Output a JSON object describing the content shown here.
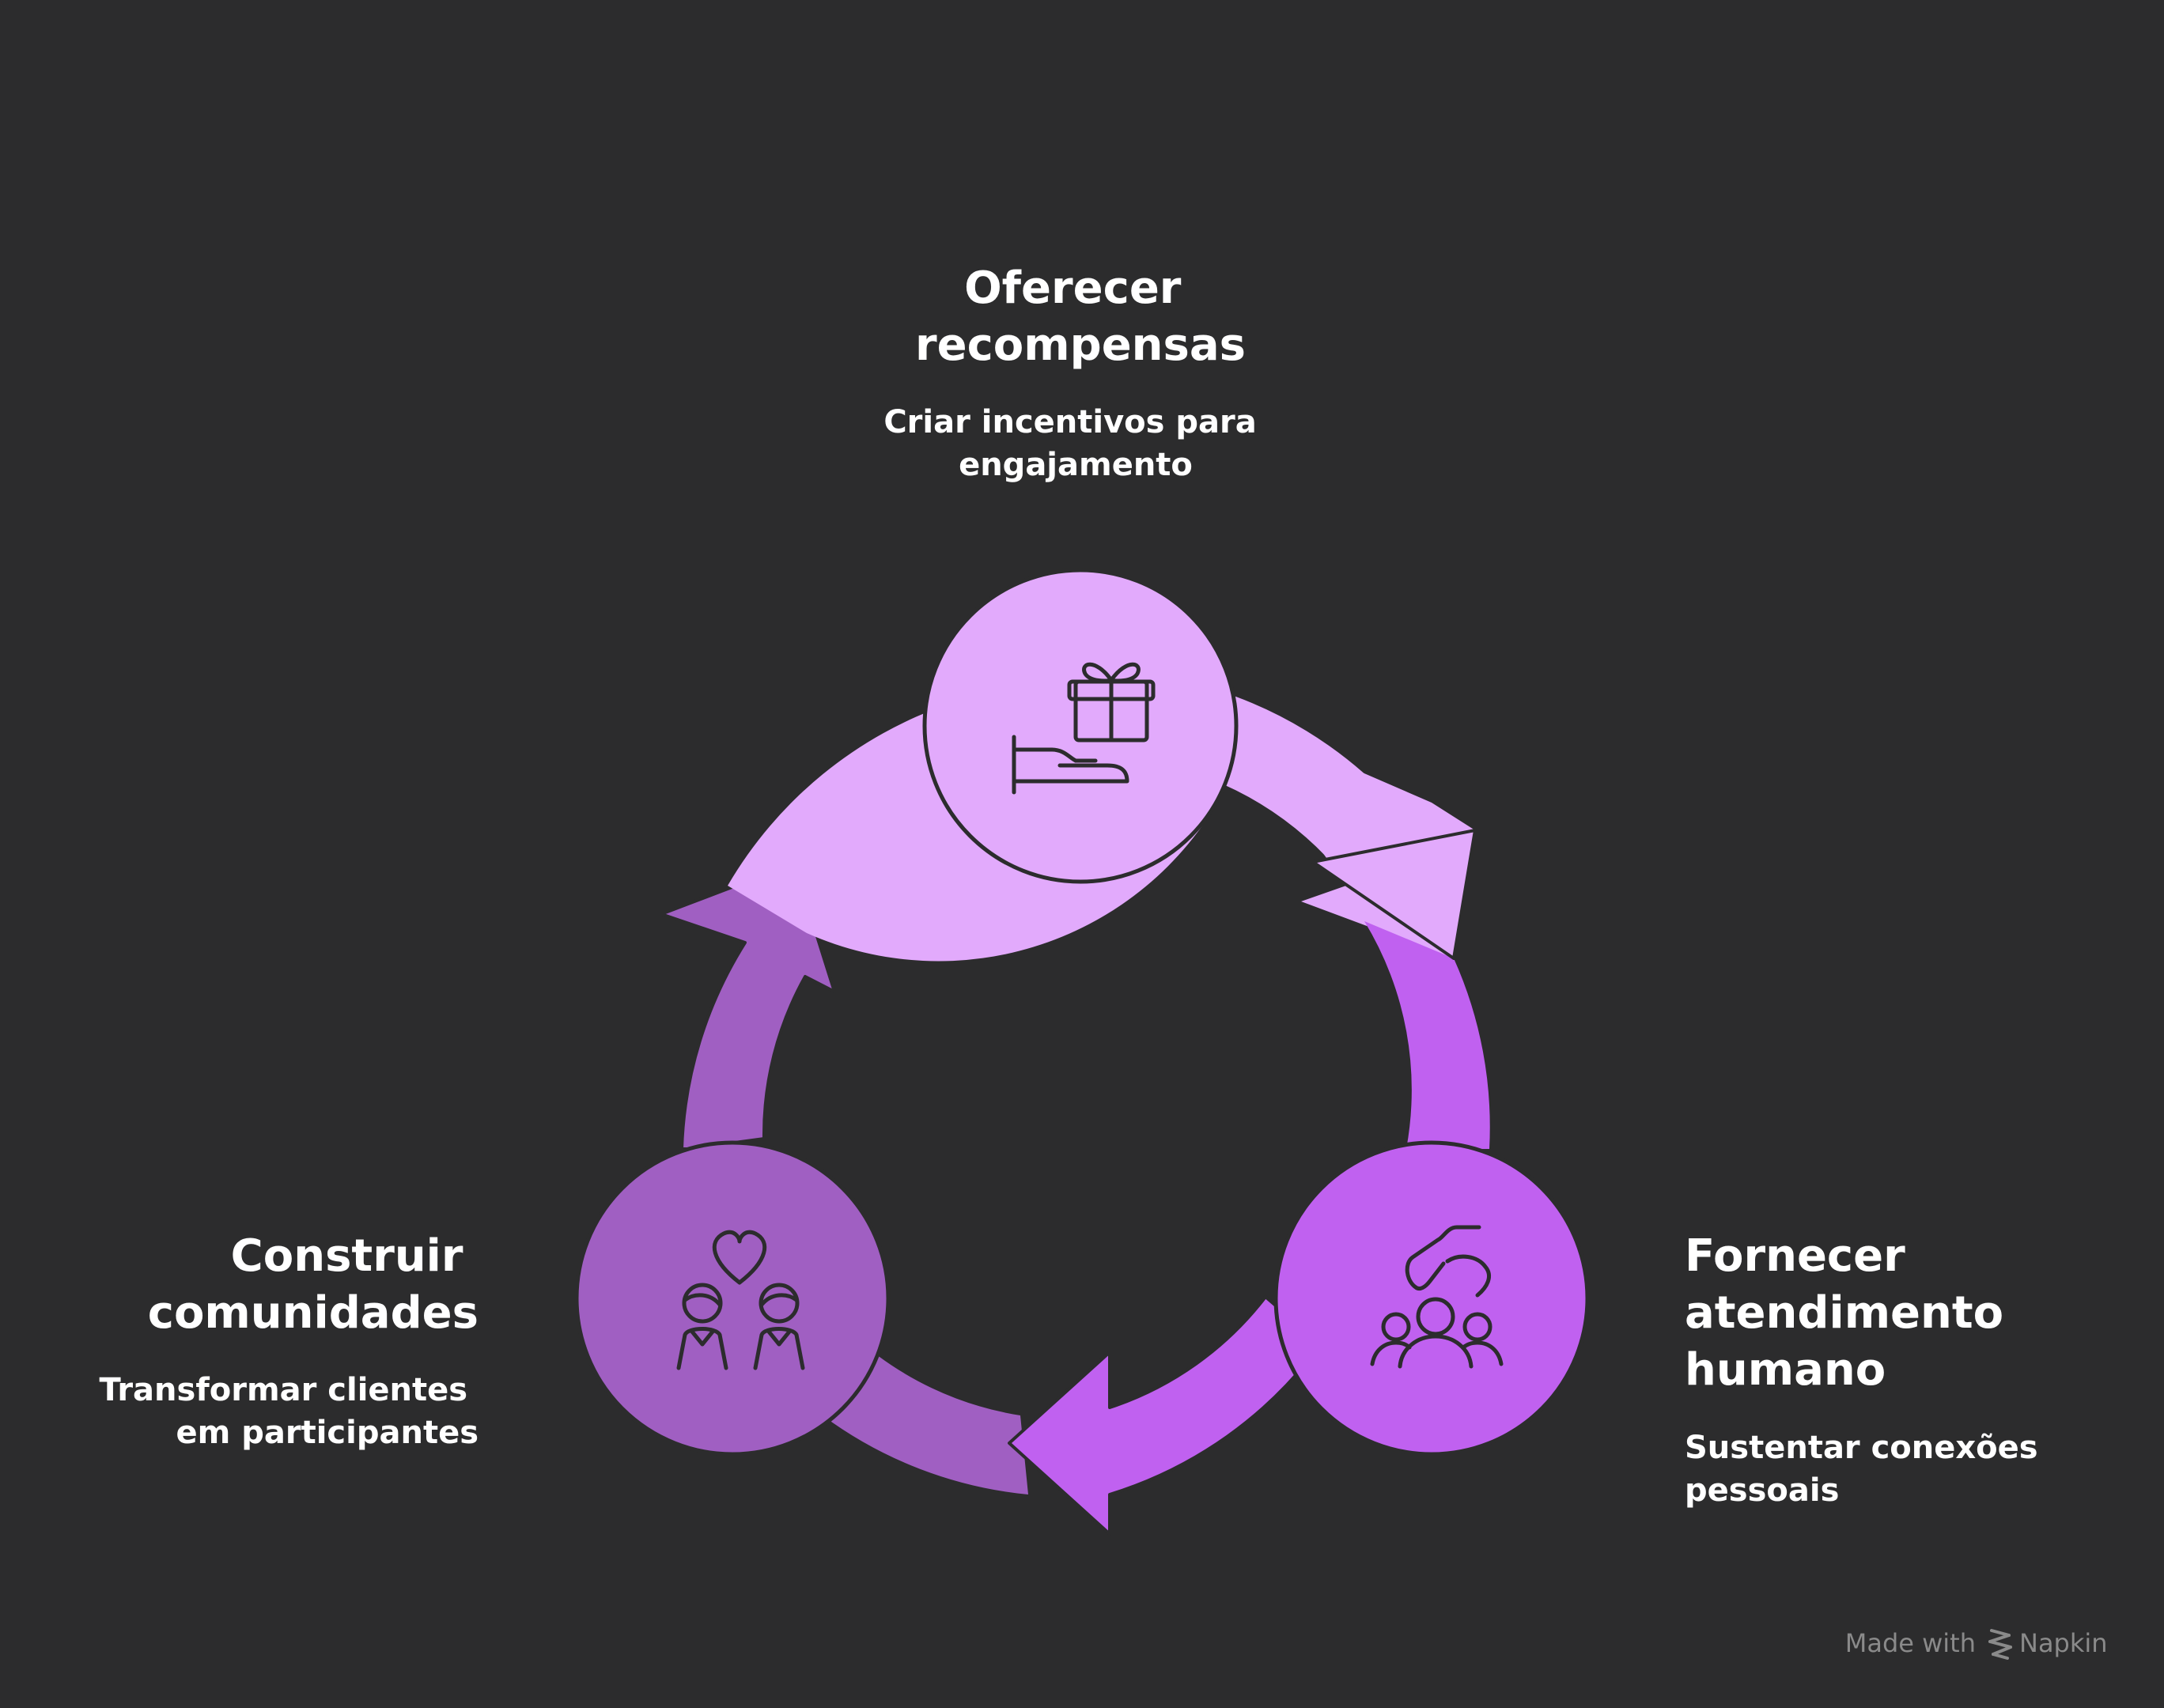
{
  "colors": {
    "background": "#2c2c2d",
    "rewards": "#e2aafc",
    "service": "#c061f0",
    "community": "#a05fc2",
    "outline": "#2c2c2d",
    "text": "#ffffff",
    "watermark": "#8a8a8a"
  },
  "steps": [
    {
      "id": "rewards",
      "title_lines": [
        "Oferecer",
        "recompensas"
      ],
      "desc_lines": [
        "Criar incentivos para",
        "engajamento"
      ],
      "icon": "gift-hand-icon"
    },
    {
      "id": "service",
      "title_lines": [
        "Fornecer",
        "atendimento",
        "humano"
      ],
      "desc_lines": [
        "Sustentar conexões",
        "pessoais"
      ],
      "icon": "hand-people-icon"
    },
    {
      "id": "community",
      "title_lines": [
        "Construir",
        "comunidades"
      ],
      "desc_lines": [
        "Transformar clientes",
        "em participantes"
      ],
      "icon": "heart-people-icon"
    }
  ],
  "watermark": {
    "prefix": "Made with",
    "brand": "Napkin",
    "icon": "napkin-logo-icon"
  }
}
